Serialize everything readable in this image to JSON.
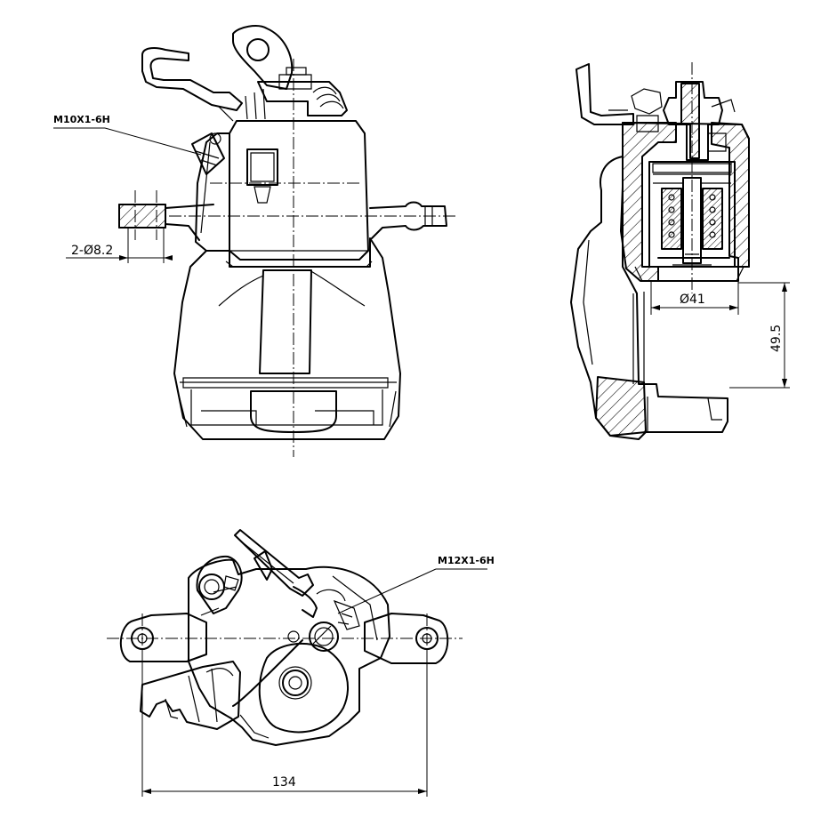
{
  "annotations": {
    "thread_front": "M10X1-6H",
    "holes_front": "2-Ø8.2",
    "piston_diameter": "Ø41",
    "height_side": "49.5",
    "thread_top": "M12X1-6H",
    "width_top": "134"
  }
}
